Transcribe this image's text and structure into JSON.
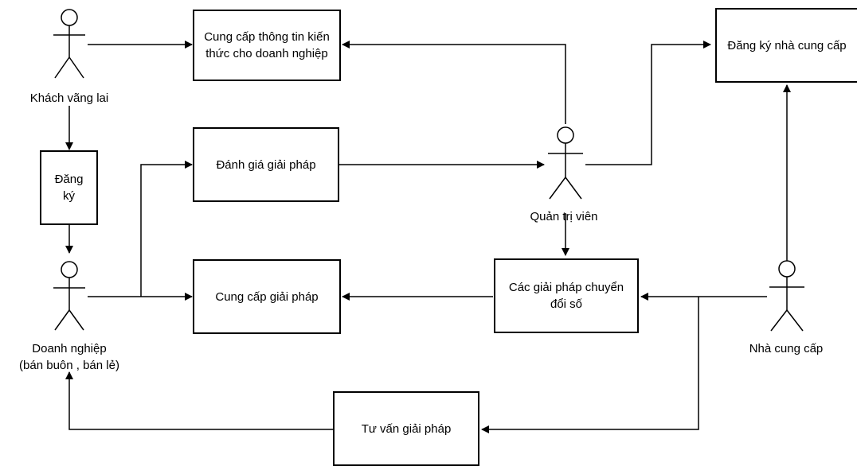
{
  "actors": {
    "khach_vang_lai": "Khách vãng lai",
    "doanh_nghiep": "Doanh nghiệp",
    "doanh_nghiep_sub": "(bán buôn , bán lẻ)",
    "quan_tri_vien": "Quản trị viên",
    "nha_cung_cap": "Nhà cung cấp"
  },
  "boxes": {
    "cung_cap_thong_tin": "Cung cấp thông tin kiến thức cho doanh nghiệp",
    "dang_ky": "Đăng ký",
    "danh_gia": "Đánh giá giải pháp",
    "cung_cap_giai_phap": "Cung cấp giải pháp",
    "cac_giai_phap": "Các giải pháp chuyển đổi số",
    "dang_ky_ncc": "Đăng ký nhà cung cấp",
    "tu_van": "Tư vấn giải pháp"
  }
}
